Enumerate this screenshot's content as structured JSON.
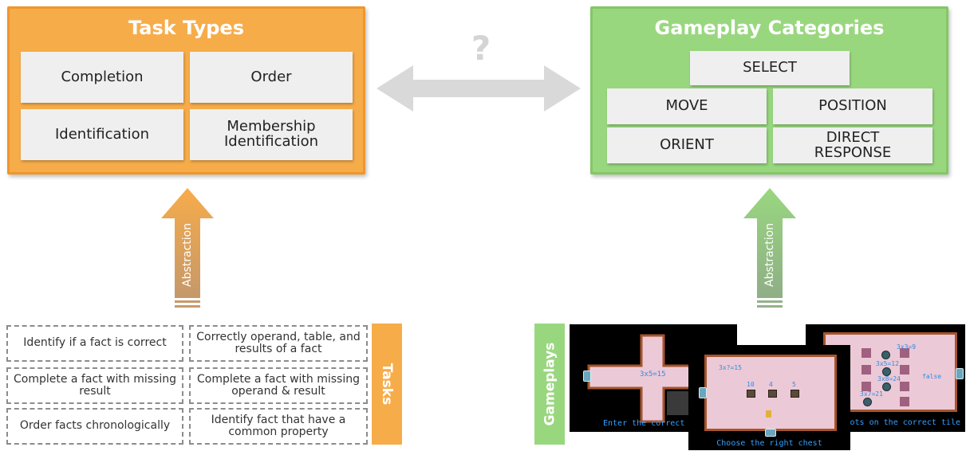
{
  "task_types": {
    "title": "Task Types",
    "cells": [
      "Completion",
      "Order",
      "Identification",
      "Membership Identification"
    ]
  },
  "gameplay_categories": {
    "title": "Gameplay Categories",
    "cells": [
      "SELECT",
      "MOVE",
      "POSITION",
      "ORIENT",
      "DIRECT RESPONSE"
    ]
  },
  "question_mark": "?",
  "abstraction_label_left": "Abstraction",
  "abstraction_label_right": "Abstraction",
  "tasks": {
    "tab_label": "Tasks",
    "items": [
      "Identify if a fact is correct",
      "Correctly operand, table, and results of a fact",
      "Complete a fact with missing result",
      "Complete a fact with missing operand & result",
      "Order facts chronologically",
      "Identify fact that have a common property"
    ]
  },
  "gameplays": {
    "tab_label": "Gameplays",
    "shot1": {
      "fact": "3x5=15",
      "caption": "Enter the correct answ"
    },
    "shot2": {
      "fact": "3x?=15",
      "labels": [
        "10",
        "4",
        "5"
      ],
      "caption": "Choose the right chest"
    },
    "shot3": {
      "facts": [
        "3x3=9",
        "3x5=12",
        "3x8=24",
        "3x7=21"
      ],
      "false_label": "false",
      "caption": "he pots on the correct tile"
    }
  },
  "colors": {
    "orange": "#f7ac4a",
    "green": "#99d77f",
    "cell_bg": "#efefef",
    "arrow_gray": "#d9d9d9"
  },
  "icons": [
    "double-arrow-icon",
    "up-arrow-icon"
  ]
}
